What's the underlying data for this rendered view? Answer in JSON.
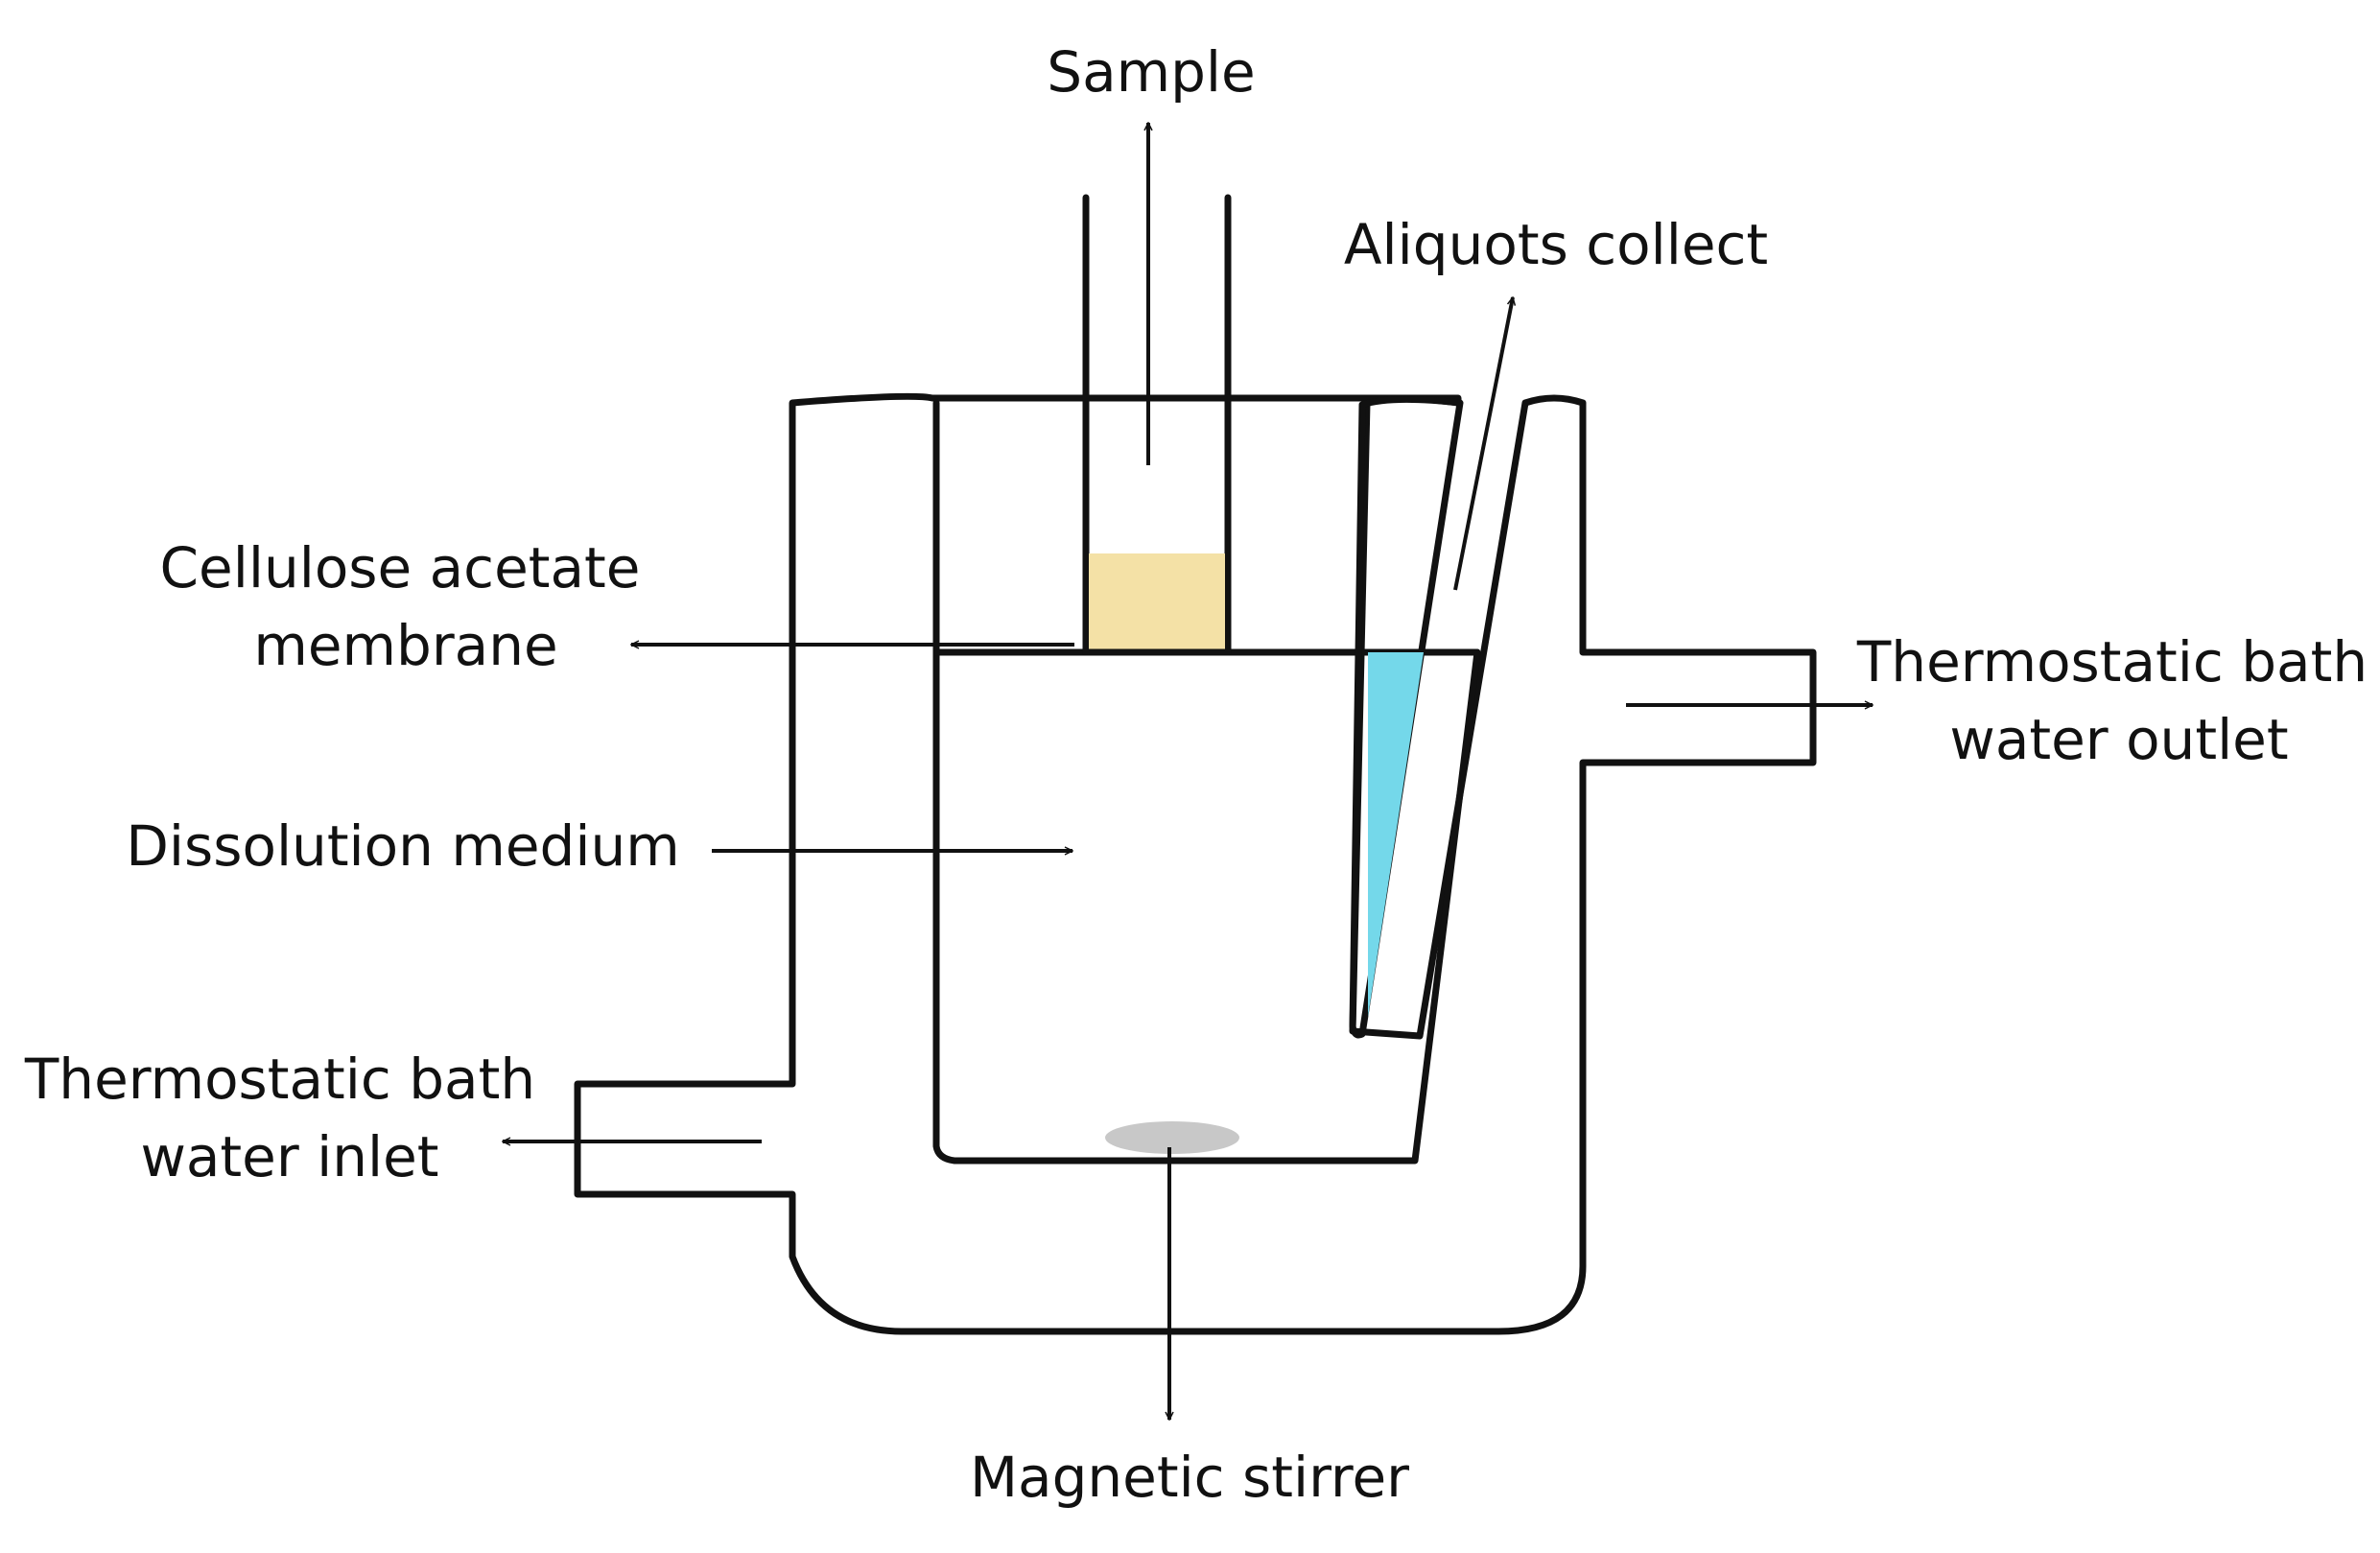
{
  "labels": {
    "sample": "Sample",
    "aliquots": "Aliquots collect",
    "membrane_line1": "Cellulose acetate",
    "membrane_line2": "membrane",
    "medium": "Dissolution medium",
    "outlet_line1": "Thermostatic bath",
    "outlet_line2": "water outlet",
    "inlet_line1": "Thermostatic bath",
    "inlet_line2": "water inlet",
    "stirrer": "Magnetic stirrer"
  },
  "colors": {
    "jacket": "#d6eef8",
    "medium": "#74d8ea",
    "membrane": "#f4e1a6",
    "stirrer": "#c8c8c8",
    "outline": "#111111"
  }
}
